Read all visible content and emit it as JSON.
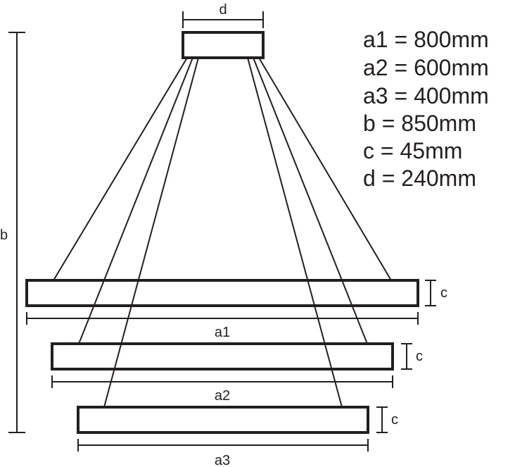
{
  "dimension_labels": {
    "d": "d",
    "b": "b",
    "c1": "c",
    "c2": "c",
    "c3": "c",
    "a1": "a1",
    "a2": "a2",
    "a3": "a3"
  },
  "specs": [
    "a1 = 800mm",
    "a2 = 600mm",
    "a3 = 400mm",
    "b = 850mm",
    "c = 45mm",
    "d = 240mm"
  ],
  "colors": {
    "line": "#231f20",
    "background": "#ffffff"
  }
}
